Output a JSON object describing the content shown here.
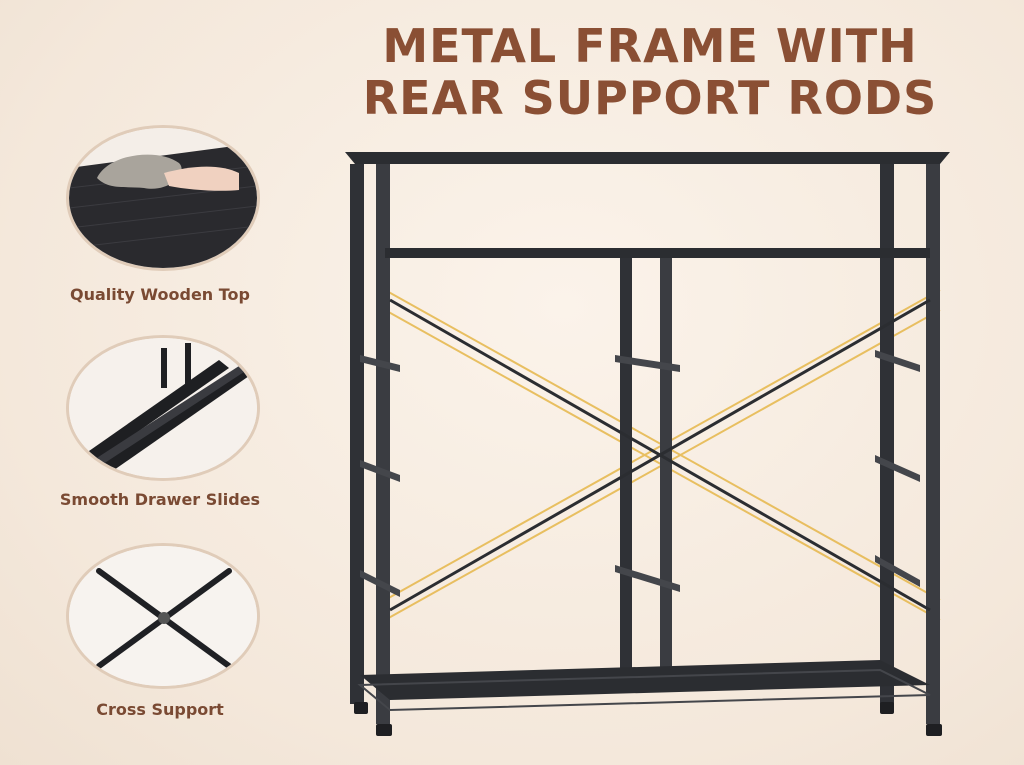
{
  "headline": {
    "line1": "METAL FRAME WITH",
    "line2": "REAR SUPPORT RODS",
    "color": "#8a4f34"
  },
  "features": [
    {
      "caption": "Quality Wooden Top",
      "icon": "wooden-top-photo"
    },
    {
      "caption": "Smooth Drawer Slides",
      "icon": "drawer-slide-photo"
    },
    {
      "caption": "Cross Support",
      "icon": "cross-support-photo"
    }
  ],
  "colors": {
    "background": "#f4e8db",
    "frame": "#2b2d31",
    "highlight": "#e6b74a",
    "caption": "#7a4a33"
  }
}
